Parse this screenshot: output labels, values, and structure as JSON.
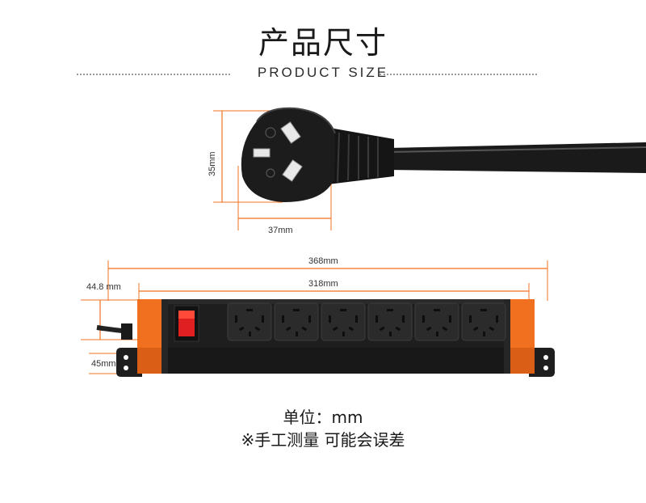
{
  "header": {
    "title": "产品尺寸",
    "subtitle": "PRODUCT SIZE"
  },
  "plug": {
    "height_label": "35mm",
    "width_label": "37mm"
  },
  "strip": {
    "total_length_label": "368mm",
    "inner_length_label": "318mm",
    "height_label": "44.8 mm",
    "depth_label": "45mm",
    "outlet_count": 6
  },
  "footer": {
    "unit_text": "单位：mm",
    "note_text": "※手工测量 可能会误差"
  },
  "colors": {
    "accent": "#f07020",
    "body": "#1e1e1e",
    "dimension_line": "#f07020"
  }
}
